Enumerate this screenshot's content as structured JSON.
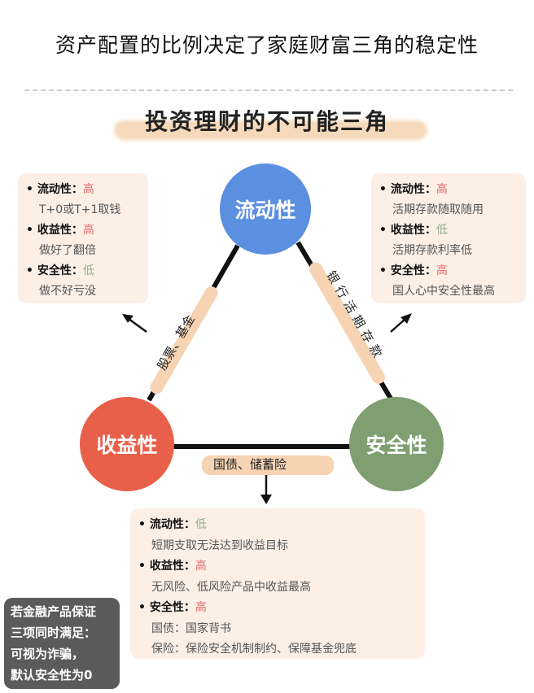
{
  "title": "资产配置的比例决定了家庭财富三角的稳定性",
  "subtitle": "投资理财的不可能三角",
  "nodes": {
    "liquidity": "流动性",
    "return": "收益性",
    "safety": "安全性"
  },
  "edges": {
    "left": "股票、基金",
    "right": "银行活期存款",
    "bottom": "国债、储蓄险"
  },
  "colors": {
    "high": "#e06a6a",
    "low": "#8fae8a",
    "liquidity": "#5b8fe0",
    "return": "#e8604a",
    "safety": "#7f9f70"
  },
  "left_box": [
    {
      "key": "流动性：",
      "level": "高",
      "desc": "T+0或T+1取钱"
    },
    {
      "key": "收益性：",
      "level": "高",
      "desc": "做好了翻倍"
    },
    {
      "key": "安全性：",
      "level": "低",
      "desc": "做不好亏没"
    }
  ],
  "right_box": [
    {
      "key": "流动性：",
      "level": "高",
      "desc": "活期存款随取随用"
    },
    {
      "key": "收益性：",
      "level": "低",
      "desc": "活期存款利率低"
    },
    {
      "key": "安全性：",
      "level": "高",
      "desc": "国人心中安全性最高"
    }
  ],
  "bottom_box": [
    {
      "key": "流动性：",
      "level": "低",
      "desc": "短期支取无法达到收益目标"
    },
    {
      "key": "收益性：",
      "level": "高",
      "desc": "无风险、低风险产品中收益最高"
    },
    {
      "key": "安全性：",
      "level": "高",
      "desc": "国债：国家背书",
      "desc2": "保险：保险安全机制制约、保障基金兜底"
    }
  ],
  "note": [
    "若金融产品保证",
    "三项同时满足：",
    "可视为诈骗，",
    "默认安全性为0"
  ]
}
